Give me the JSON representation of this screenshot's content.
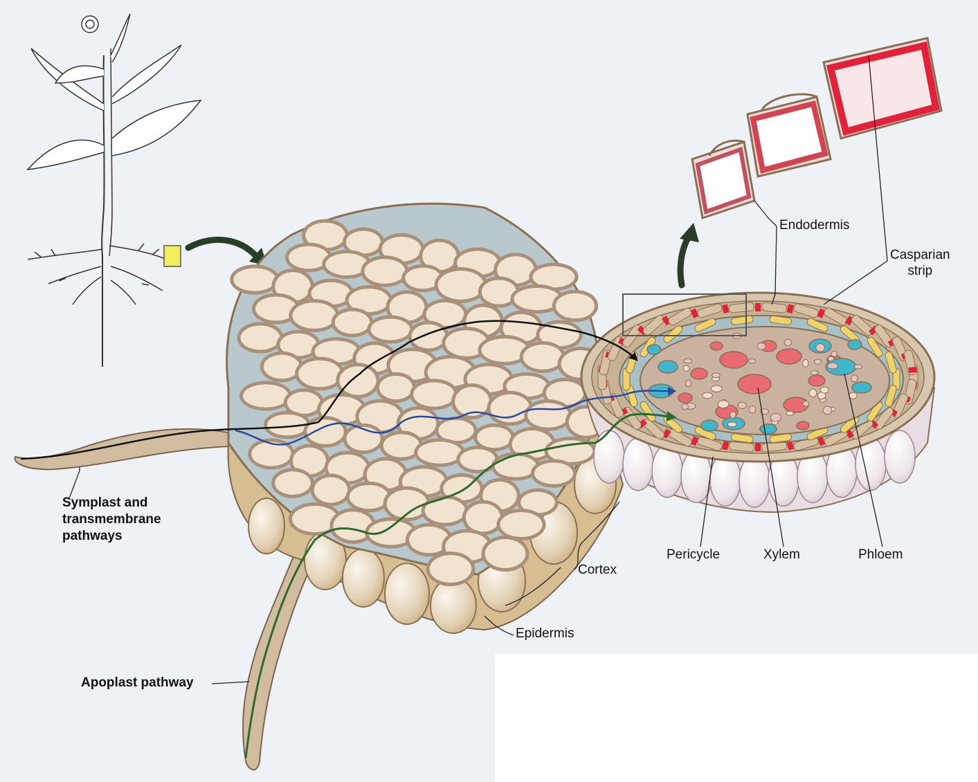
{
  "labels": {
    "symplast": [
      "Symplast and",
      "transmembrane",
      "pathways"
    ],
    "apoplast": "Apoplast pathway",
    "cortex": "Cortex",
    "epidermis": "Epidermis",
    "endodermis": "Endodermis",
    "casparian": [
      "Casparian",
      "strip"
    ],
    "pericycle": "Pericycle",
    "xylem": "Xylem",
    "phloem": "Phloem"
  },
  "colors": {
    "cell_wall": "#a8907a",
    "cell_fill": "#f1e3cf",
    "intercellular": "#b8c8cd",
    "casparian_strip": "#e0223a",
    "xylem": "#e86a72",
    "phloem": "#3fb6cc",
    "pericycle_fill": "#efd36a",
    "symplast_path": "#111111",
    "transmembrane_path": "#2a4aa0",
    "apoplast_path": "#2e6a2e",
    "arrow": "#2a3d28",
    "plant_marker": "#f3ee5c"
  }
}
